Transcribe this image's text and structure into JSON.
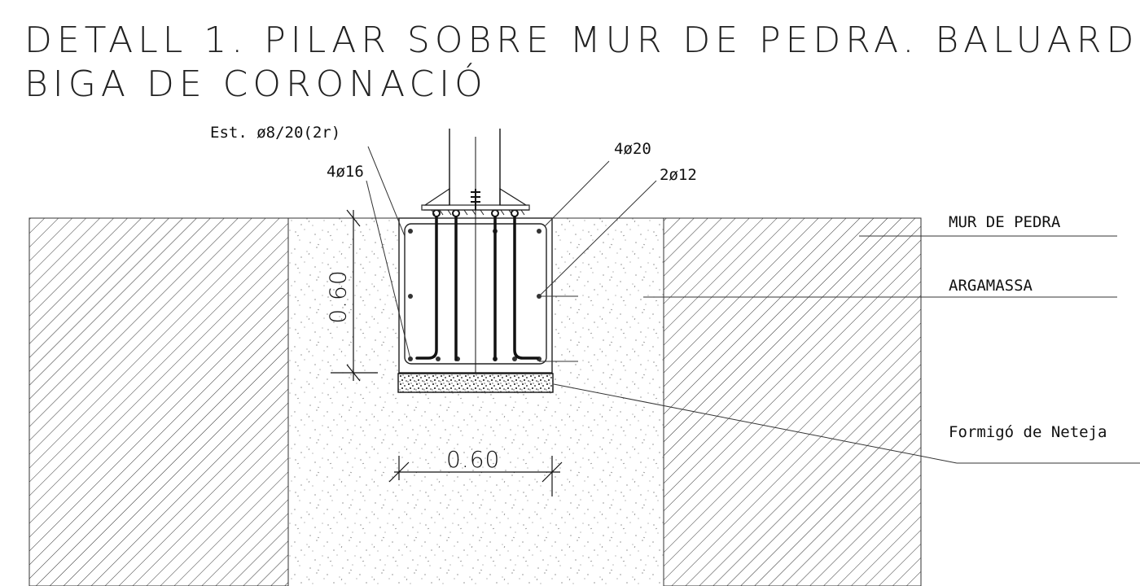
{
  "title": {
    "line1": "DETALL 1. PILAR SOBRE MUR DE PEDRA. BALUARD",
    "line2": "BIGA DE CORONACIÓ"
  },
  "labels": {
    "stirrups": "Est. ø8/20(2r)",
    "bars_16": "4ø16",
    "bars_20": "4ø20",
    "bars_12": "2ø12",
    "wall": "MUR DE PEDRA",
    "mortar": "ARGAMASSA",
    "lean_concrete": "Formigó de Neteja"
  },
  "dimensions": {
    "height": "0.60",
    "width": "0.60"
  }
}
